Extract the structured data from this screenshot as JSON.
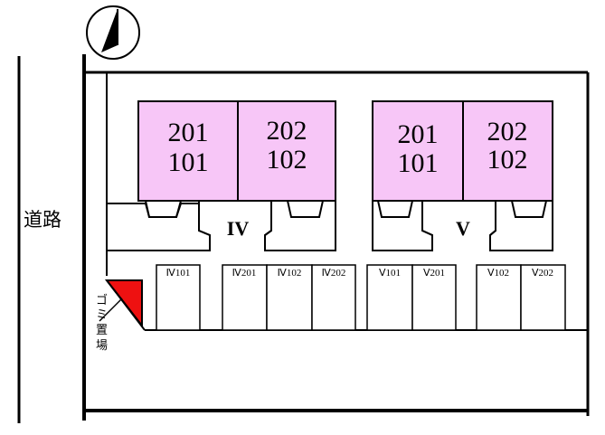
{
  "road": {
    "label": "道路"
  },
  "garbage_area": {
    "label_chars": [
      "ゴ",
      "ミ",
      "置",
      "場"
    ],
    "color": "#ee1111"
  },
  "buildings": [
    {
      "id": "IV",
      "label": "IV",
      "units_left": [
        "201",
        "101"
      ],
      "units_right": [
        "202",
        "102"
      ]
    },
    {
      "id": "V",
      "label": "V",
      "units_left": [
        "201",
        "101"
      ],
      "units_right": [
        "202",
        "102"
      ]
    }
  ],
  "parking": [
    {
      "label": "Ⅳ101"
    },
    {
      "label": "Ⅳ201"
    },
    {
      "label": "Ⅳ102"
    },
    {
      "label": "Ⅳ202"
    },
    {
      "label": "Ⅴ101"
    },
    {
      "label": "Ⅴ201"
    },
    {
      "label": "Ⅴ102"
    },
    {
      "label": "Ⅴ202"
    }
  ],
  "colors": {
    "unit_fill": "#f7c6f7",
    "line": "#000000",
    "background": "#ffffff"
  },
  "compass": {
    "name": "north-arrow-icon"
  }
}
